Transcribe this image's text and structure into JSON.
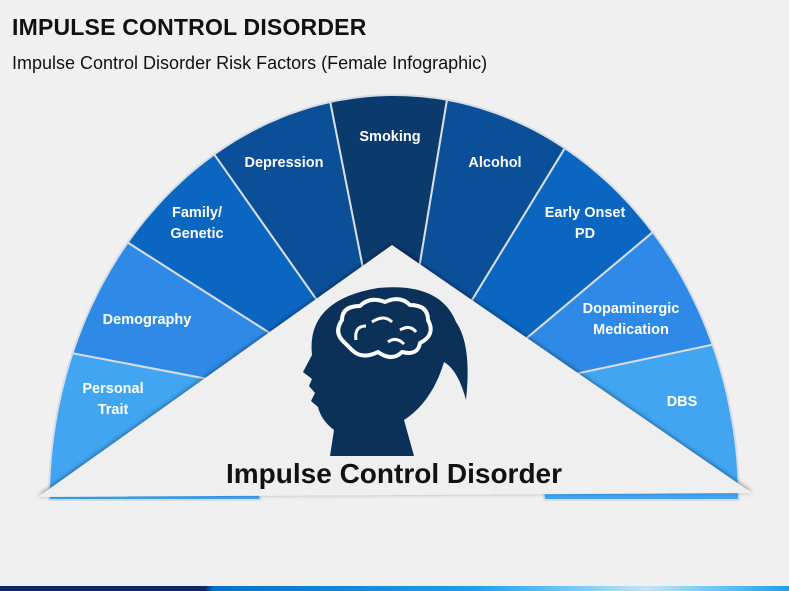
{
  "header": {
    "title": "IMPULSE CONTROL DISORDER",
    "subtitle": "Impulse Control Disorder Risk Factors (Female Infographic)"
  },
  "center_label": "Impulse Control Disorder",
  "segments": [
    {
      "lines": [
        "Personal",
        "Trait"
      ],
      "color": "#41a5f2"
    },
    {
      "lines": [
        "Demography"
      ],
      "color": "#2e8ae6"
    },
    {
      "lines": [
        "Family/",
        "Genetic"
      ],
      "color": "#0b66c2"
    },
    {
      "lines": [
        "Depression"
      ],
      "color": "#0a4f98"
    },
    {
      "lines": [
        "Smoking"
      ],
      "color": "#0b3a6c"
    },
    {
      "lines": [
        "Alcohol"
      ],
      "color": "#0a4f98"
    },
    {
      "lines": [
        "Early Onset",
        "PD"
      ],
      "color": "#0b66c2"
    },
    {
      "lines": [
        "Dopaminergic",
        "Medication"
      ],
      "color": "#2e8ae6"
    },
    {
      "lines": [
        "DBS"
      ],
      "color": "#41a5f2"
    }
  ],
  "colors": {
    "head": "#0b3158",
    "background": "#f0f0f0",
    "triangle": "#efefef"
  }
}
